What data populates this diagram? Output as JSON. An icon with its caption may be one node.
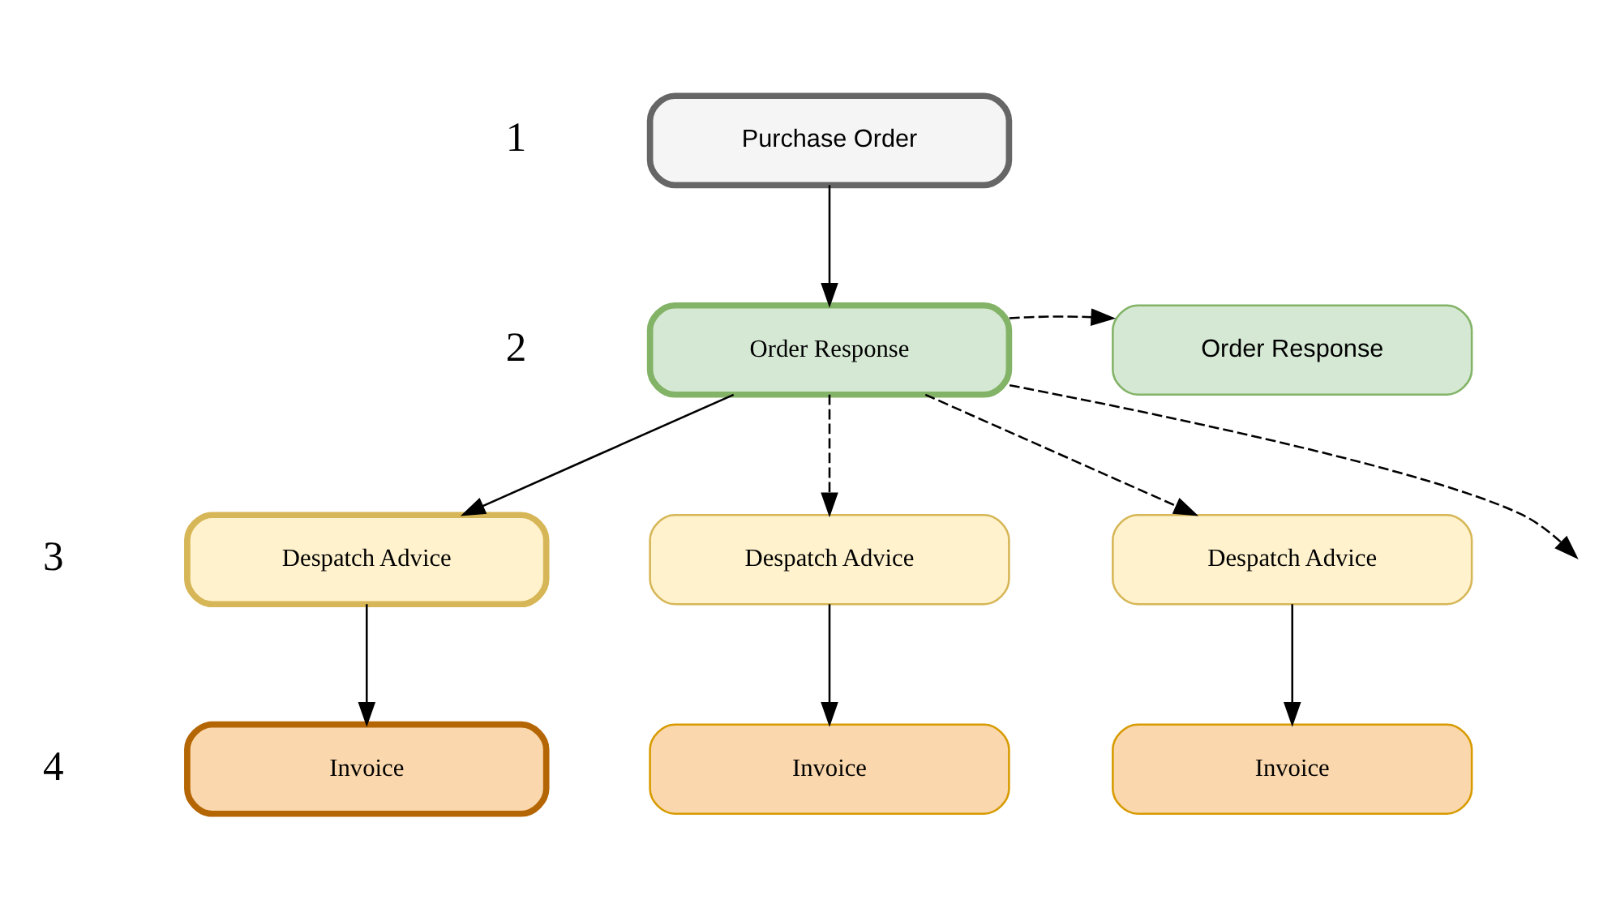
{
  "diagram": {
    "nodes": [
      {
        "text": [
          "Purchase Order"
        ]
      },
      {
        "text": [
          "Order Response"
        ]
      },
      {
        "text": [
          "Order Response"
        ]
      },
      {
        "text": [
          "Despatch Advice"
        ]
      },
      {
        "text": [
          "Despatch Advice"
        ]
      },
      {
        "text": [
          "Despatch Advice"
        ]
      },
      {
        "text": [
          "Invoice"
        ]
      },
      {
        "text": [
          "Invoice"
        ]
      },
      {
        "text": [
          "Invoice"
        ]
      }
    ],
    "edges": [
      {
        "from": 0,
        "to": 1,
        "arrow": "to"
      },
      {
        "from": 1,
        "to": 2,
        "arrow": "to",
        "style": "dashed"
      },
      {
        "from": 1,
        "to": 3,
        "arrow": "to"
      },
      {
        "from": 1,
        "to": 4,
        "arrow": "to",
        "style": "dashed"
      },
      {
        "from": 1,
        "to": 5,
        "arrow": "to",
        "style": "dashed"
      },
      {
        "from": 1,
        "to": null,
        "arrow": "to",
        "style": "dashed"
      },
      {
        "from": 3,
        "to": 6,
        "arrow": "to"
      },
      {
        "from": 4,
        "to": 7,
        "arrow": "to"
      },
      {
        "from": 5,
        "to": 8,
        "arrow": "to"
      }
    ],
    "labels": [
      "1",
      "2",
      "3",
      "4"
    ]
  }
}
